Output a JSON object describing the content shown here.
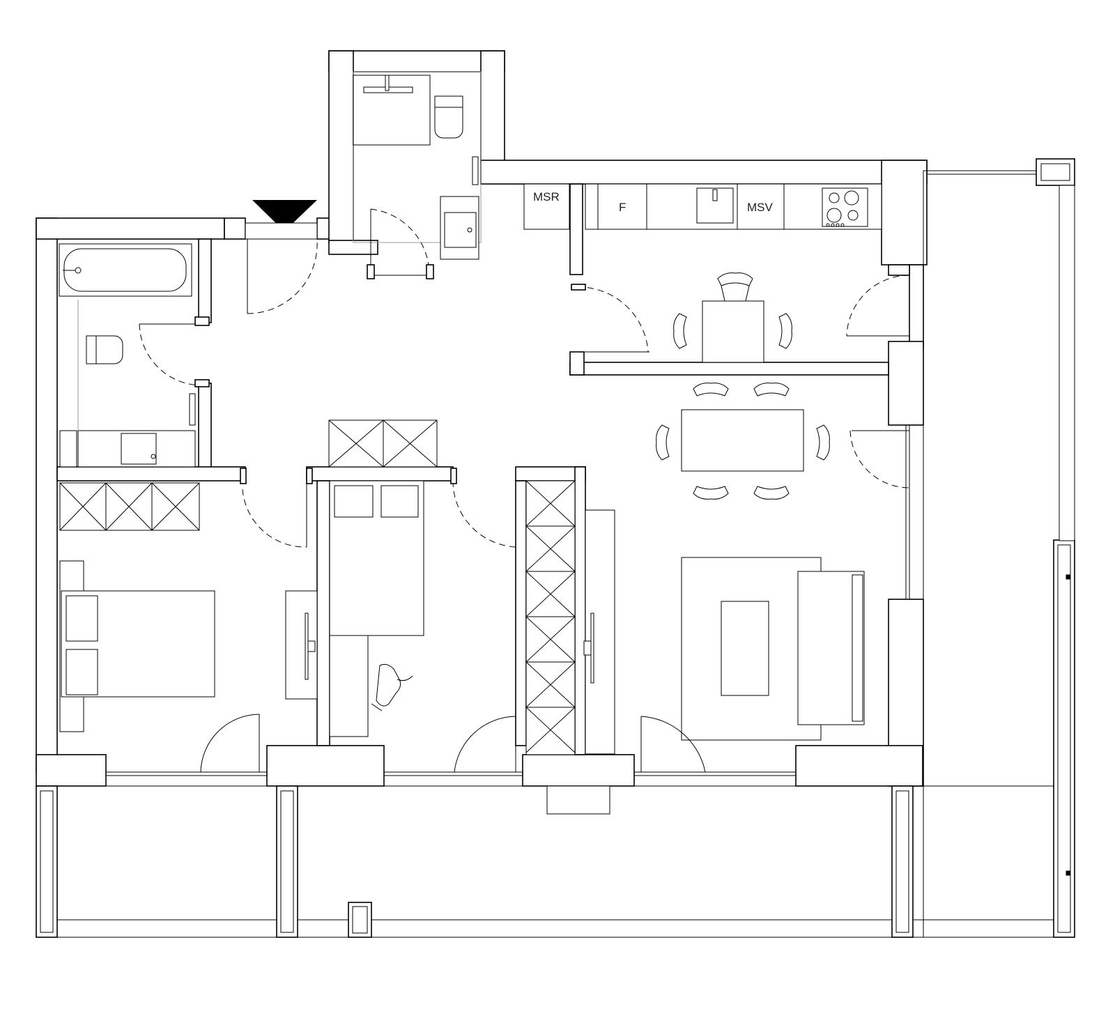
{
  "plan": {
    "labels": {
      "msr": "MSR",
      "fridge": "F",
      "msv": "MSV"
    },
    "entrance_marker": "entrance-arrow"
  }
}
